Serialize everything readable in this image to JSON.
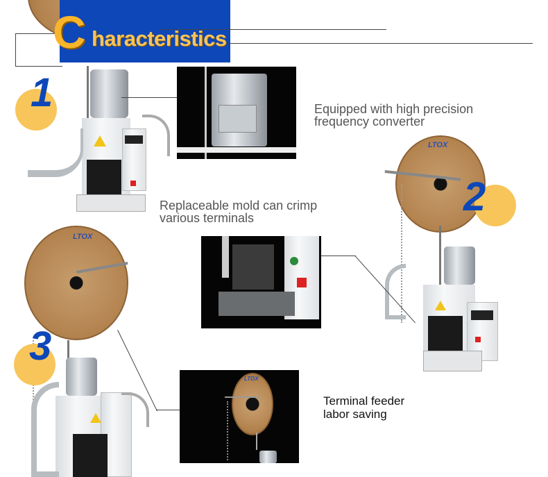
{
  "header": {
    "title_initial": "C",
    "title_rest": "haracteristics"
  },
  "features": [
    {
      "number": "1",
      "caption_line1": "Equipped with high precision",
      "caption_line2": "frequency converter"
    },
    {
      "number": "2",
      "caption_line1": "Replaceable mold can crimp",
      "caption_line2": "various terminals"
    },
    {
      "number": "3",
      "caption_line1": "Terminal feeder",
      "caption_line2": "labor saving"
    }
  ],
  "brand": {
    "reel_logo": "LTOX"
  },
  "colors": {
    "header_blue": "#0d47b8",
    "badge_yellow": "#f7c55a",
    "accent_orange": "#f8b42a"
  }
}
